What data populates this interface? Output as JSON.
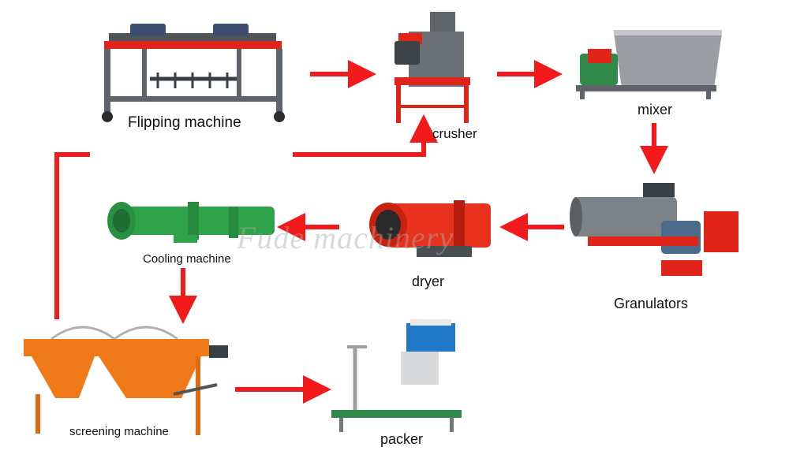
{
  "machines": {
    "flipping": {
      "label": "Flipping machine"
    },
    "crusher": {
      "label": "crusher"
    },
    "mixer": {
      "label": "mixer"
    },
    "granulators": {
      "label": "Granulators"
    },
    "dryer": {
      "label": "dryer"
    },
    "cooling": {
      "label": "Cooling machine"
    },
    "screening": {
      "label": "screening machine"
    },
    "packer": {
      "label": "packer"
    }
  },
  "watermark": "Fude machinery",
  "colors": {
    "arrow": "#f21a1a",
    "frame_red": "#e0241a",
    "machine_gray": "#5f646a",
    "cooler_green": "#2fa24a",
    "dryer_red": "#e8321e",
    "screen_orange": "#f07a1a",
    "packer_blue": "#1f78c8"
  }
}
